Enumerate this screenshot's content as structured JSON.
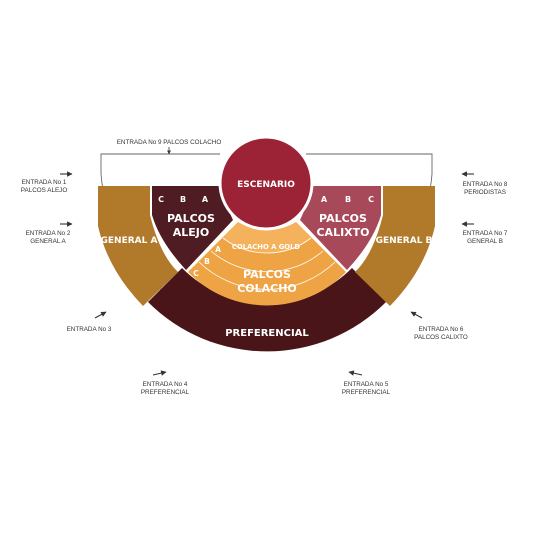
{
  "stage": {
    "label": "ESCENARIO"
  },
  "sections": {
    "general_a": "GENERAL A",
    "general_b": "GENERAL B",
    "palcos_alejo": {
      "line1": "PALCOS",
      "line2": "ALEJO",
      "rows": [
        "C",
        "B",
        "A"
      ]
    },
    "palcos_calixto": {
      "line1": "PALCOS",
      "line2": "CALIXTO",
      "rows": [
        "A",
        "B",
        "C"
      ]
    },
    "colacho_gold": "COLACHO A GOLD",
    "palcos_colacho": {
      "line1": "PALCOS",
      "line2": "COLACHO",
      "rows": [
        "A",
        "B",
        "C"
      ]
    },
    "preferencial": "PREFERENCIAL"
  },
  "entrances": {
    "e9": "ENTRADA No 9 PALCOS COLACHO",
    "e1": [
      "ENTRADA No 1",
      "PALCOS ALEJO"
    ],
    "e2": [
      "ENTRADA No 2",
      "GENERAL A"
    ],
    "e3": "ENTRADA No 3",
    "e4": [
      "ENTRADA No 4",
      "PREFERENCIAL"
    ],
    "e5": [
      "ENTRADA No 5",
      "PREFERENCIAL"
    ],
    "e6": [
      "ENTRADA No 6",
      "PALCOS CALIXTO"
    ],
    "e7": [
      "ENTRADA No 7",
      "GENERAL B"
    ],
    "e8": [
      "ENTRADA No 8",
      "PERIODISTAS"
    ]
  },
  "colors": {
    "escenario": "#9b2335",
    "general": "#b07a2a",
    "palcos_alejo": "#4e1c22",
    "palcos_calixto": "#a8495a",
    "colacho_light": "#f4b25c",
    "colacho": "#eea444",
    "preferencial": "#4a1519",
    "outline": "#555555"
  }
}
